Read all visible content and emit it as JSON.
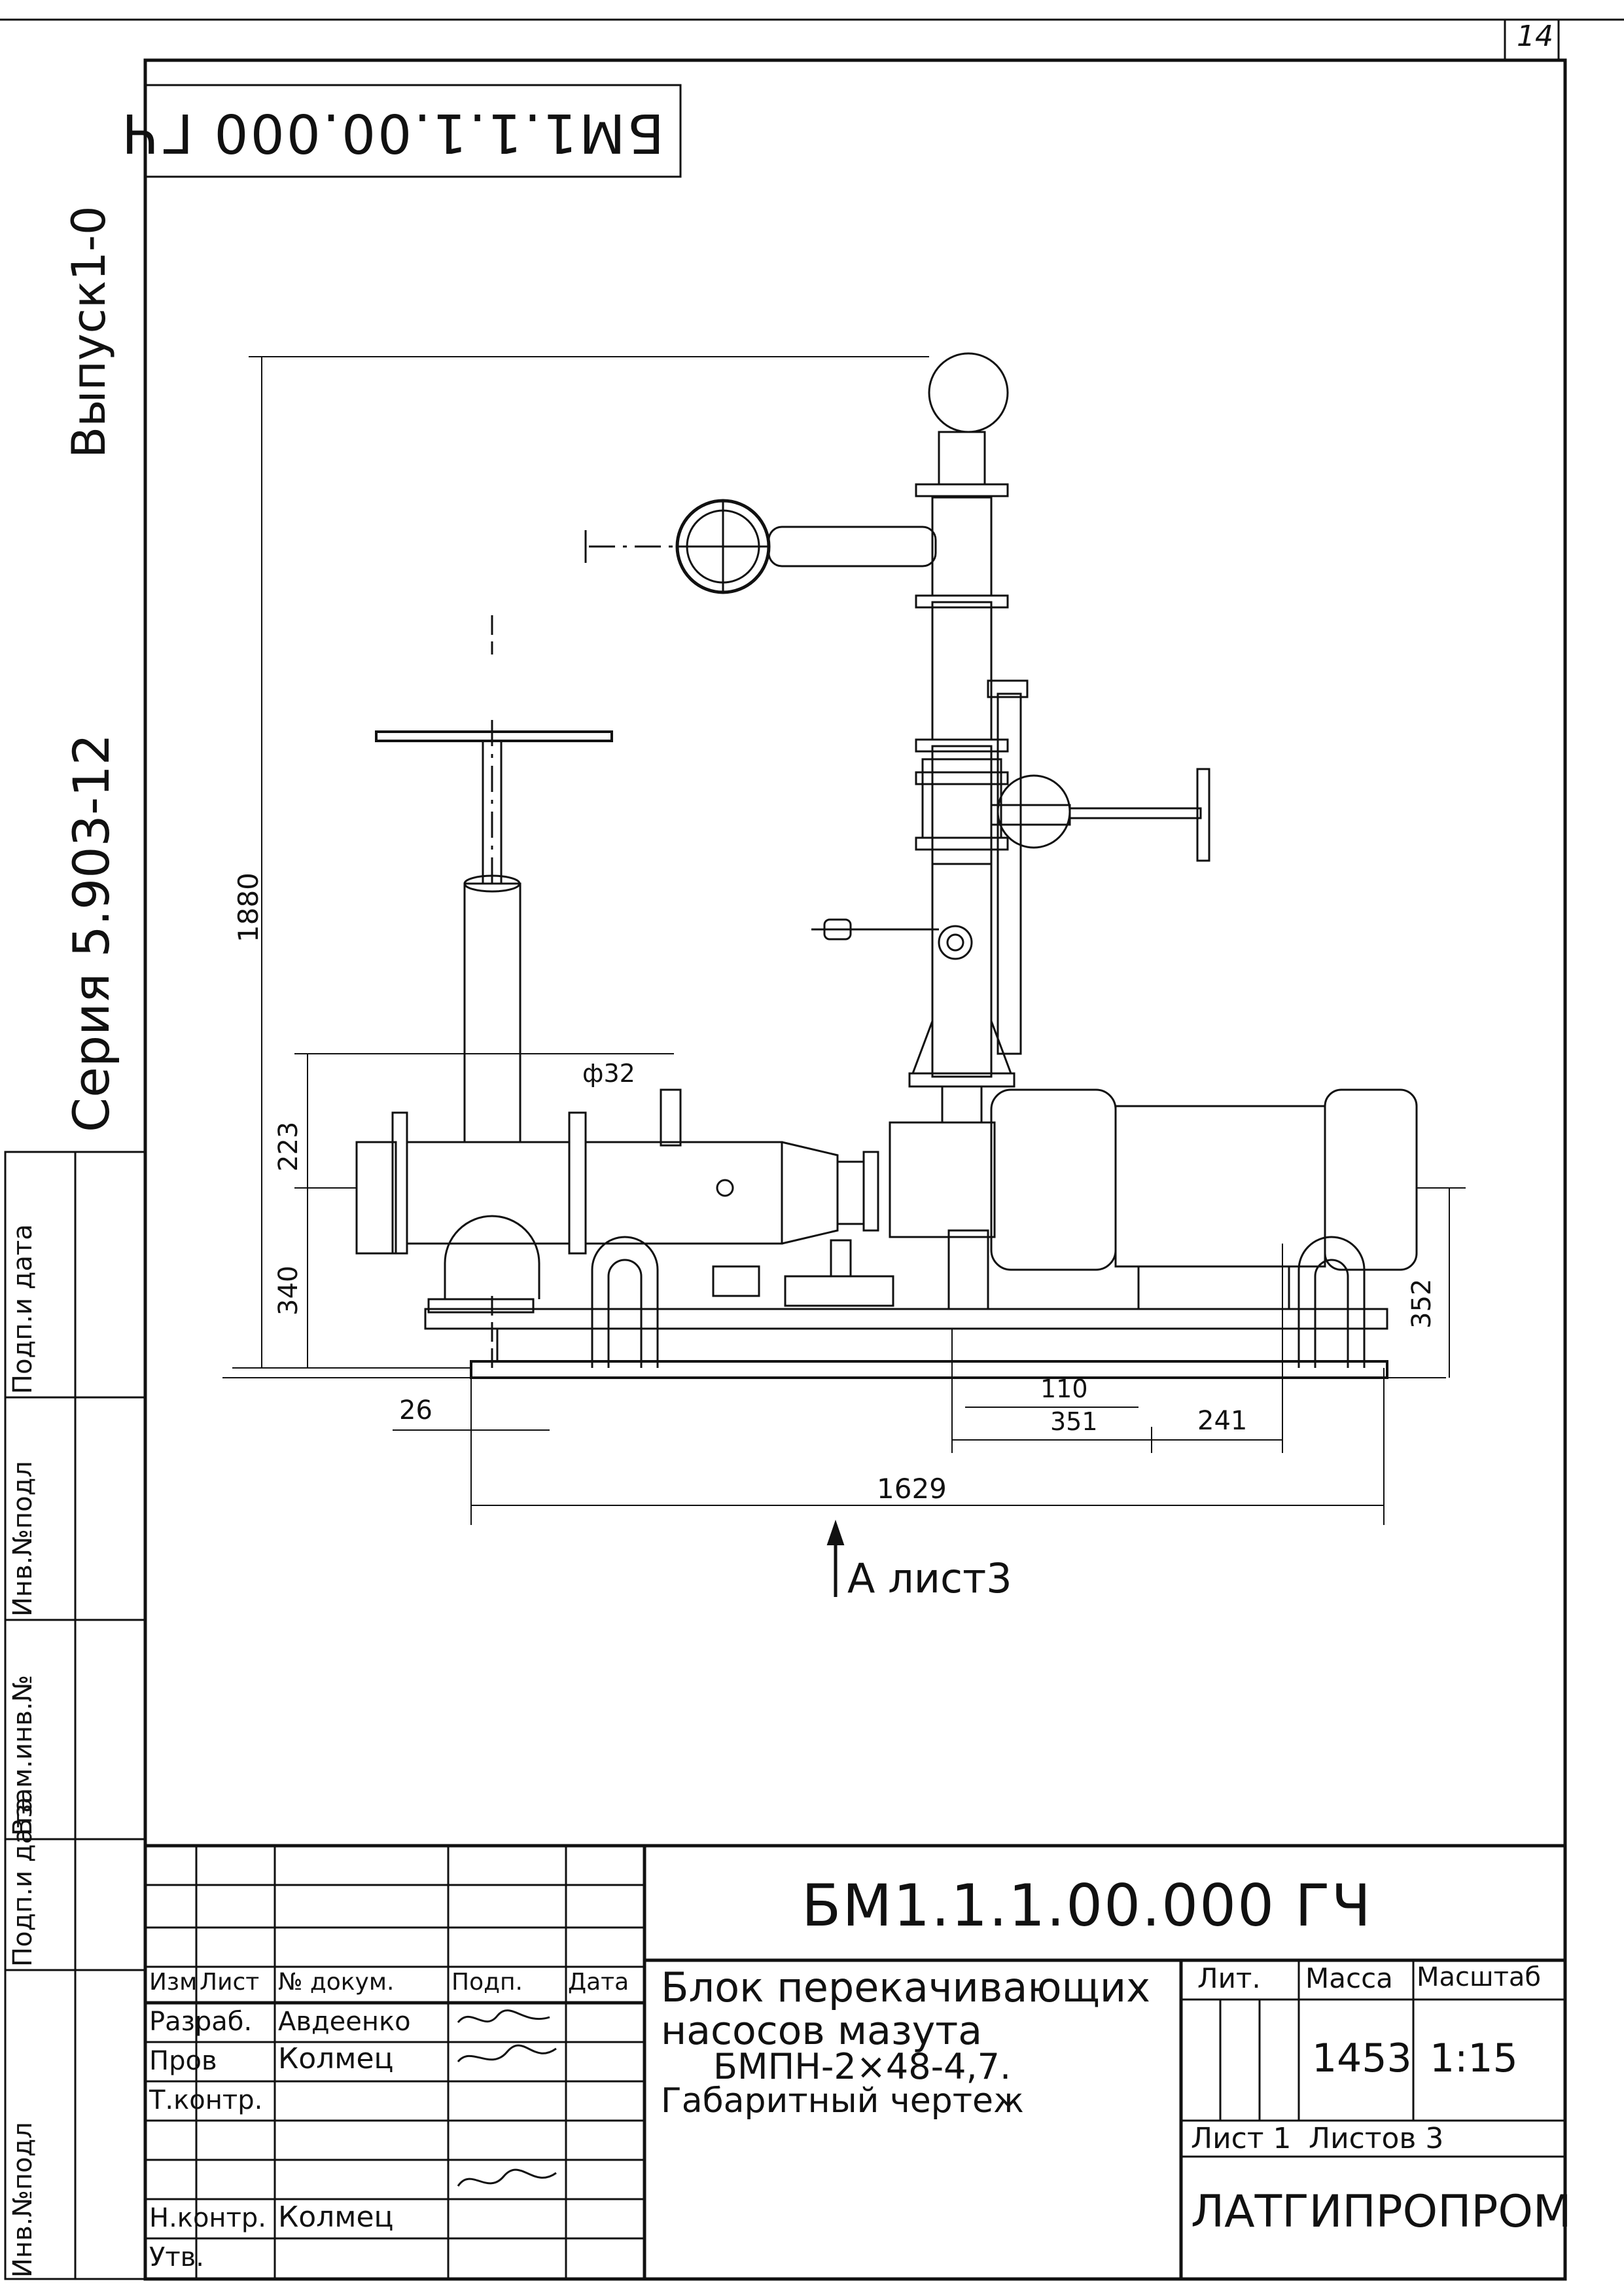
{
  "sheet": {
    "page_number": "14",
    "top_stamp": "БМ1.1.1.00.000 ГЧ"
  },
  "left_margin": {
    "issue": "Выпуск1-0",
    "series": "Серия 5.903-12",
    "fields": [
      "Инв.№подл",
      "Подп.и дата",
      "Взам.инв.№",
      "Инв.№подл",
      "Подп.и дата"
    ]
  },
  "drawing": {
    "dimensions": {
      "overall_height": "1880",
      "d32": "ф32",
      "d223": "223",
      "d340": "340",
      "d352": "352",
      "d26": "26",
      "d110": "110",
      "d351": "351",
      "d241": "241",
      "d1629": "1629"
    },
    "view_ref": "А лист3"
  },
  "title_block": {
    "designation": "БМ1.1.1.00.000 ГЧ",
    "header": {
      "izm": "Изм",
      "list": "Лист",
      "doc": "№ докум.",
      "sign": "Подп.",
      "date": "Дата"
    },
    "roles": [
      {
        "role": "Разраб.",
        "name": "Авдеенко"
      },
      {
        "role": "Пров",
        "name": "Колмец"
      },
      {
        "role": "Т.контр.",
        "name": ""
      },
      {
        "role": "",
        "name": ""
      },
      {
        "role": "Н.контр.",
        "name": "Колмец"
      },
      {
        "role": "Утв.",
        "name": ""
      }
    ],
    "title_lines": [
      "Блок перекачивающих",
      "насосов мазута",
      "БМПН-2×48-4,7.",
      "Габаритный чертеж"
    ],
    "lit_label": "Лит.",
    "mass_label": "Масса",
    "scale_label": "Масштаб",
    "mass": "1453",
    "scale": "1:15",
    "sheet_label": "Лист 1",
    "sheets_label": "Листов 3",
    "organization": "ЛАТГИПРОПРОМ"
  },
  "colors": {
    "ink": "#111111",
    "paper": "#ffffff"
  }
}
